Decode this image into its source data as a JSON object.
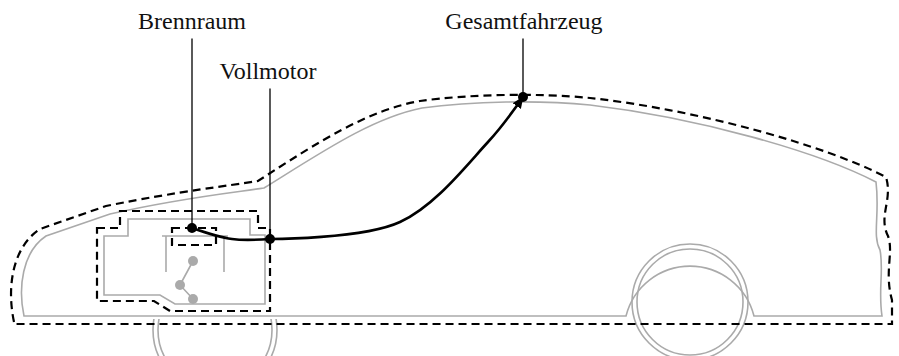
{
  "diagram": {
    "nodes": [
      {
        "text": [
          "Gesamtfahrzeug"
        ]
      },
      {
        "text": [
          "Vollmotor"
        ],
        "in": 0
      },
      {
        "text": [
          "Brennraum"
        ],
        "in": 1
      }
    ],
    "edges": [
      {
        "from": 2,
        "to": 1,
        "arrow": "none"
      },
      {
        "from": 1,
        "to": 0,
        "arrow": "to"
      }
    ]
  }
}
